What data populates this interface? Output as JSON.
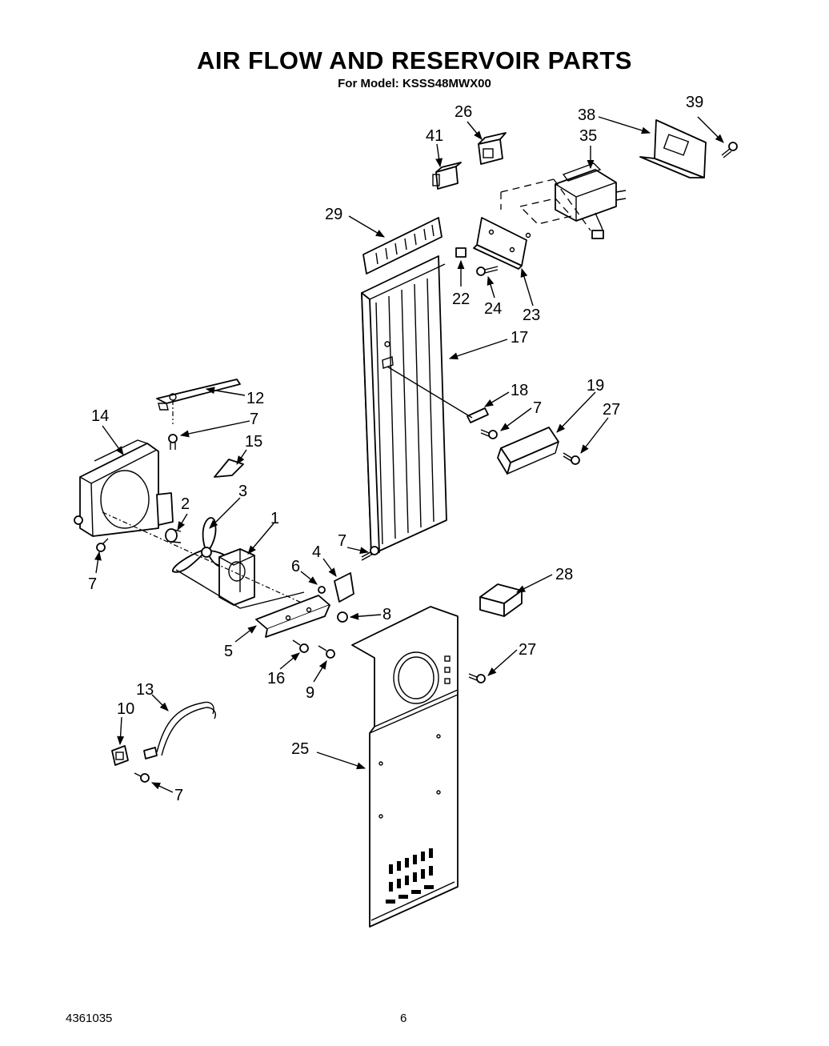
{
  "title": "AIR FLOW AND RESERVOIR PARTS",
  "subtitle": "For Model: KSSS48MWX00",
  "footer": {
    "doc_number": "4361035",
    "page_number": "6"
  },
  "callouts": {
    "c1": "1",
    "c2": "2",
    "c3": "3",
    "c4": "4",
    "c5": "5",
    "c6": "6",
    "c7a": "7",
    "c7b": "7",
    "c7c": "7",
    "c7d": "7",
    "c7e": "7",
    "c8": "8",
    "c9": "9",
    "c10": "10",
    "c12": "12",
    "c13": "13",
    "c14": "14",
    "c15": "15",
    "c16": "16",
    "c17": "17",
    "c18": "18",
    "c19": "19",
    "c22": "22",
    "c23": "23",
    "c24": "24",
    "c25": "25",
    "c26": "26",
    "c27a": "27",
    "c27b": "27",
    "c28": "28",
    "c29": "29",
    "c35": "35",
    "c38": "38",
    "c39": "39",
    "c41": "41"
  }
}
